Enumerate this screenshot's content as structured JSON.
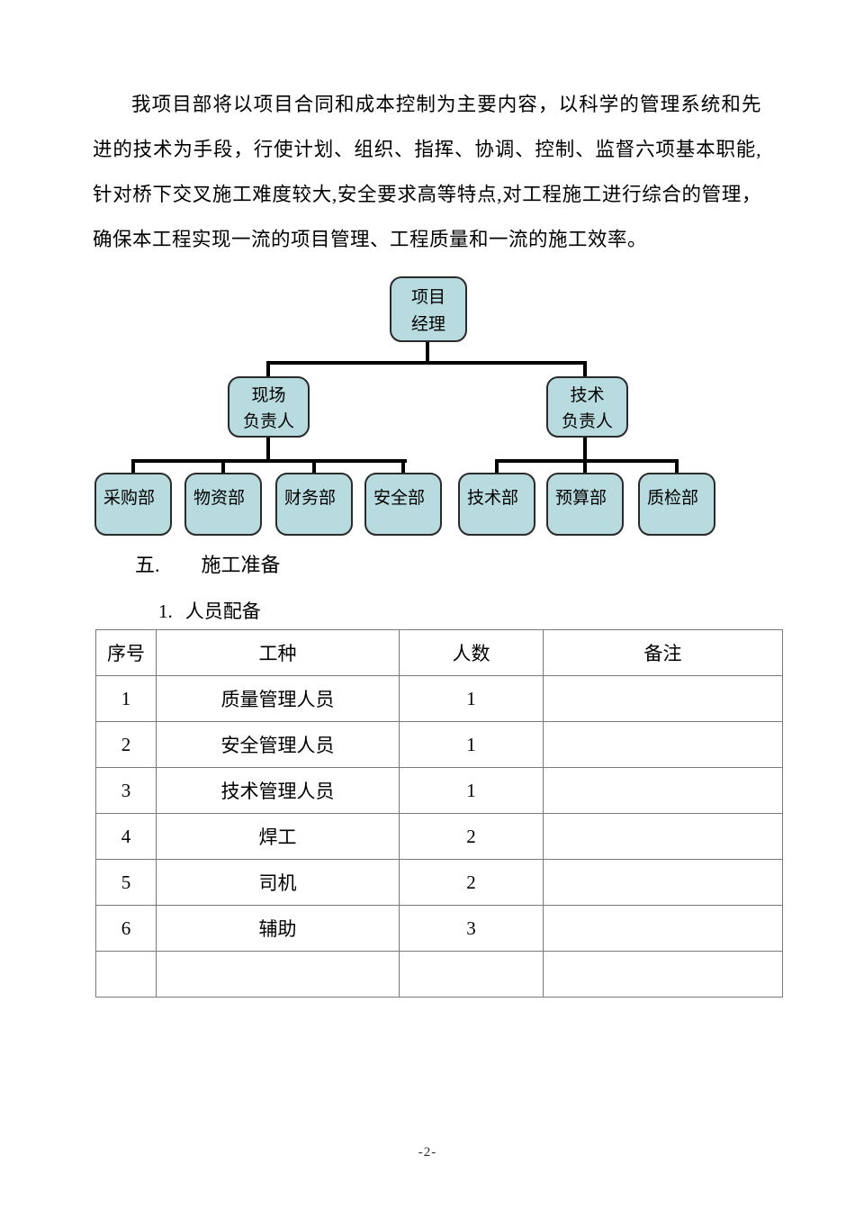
{
  "paragraph": {
    "text": "我项目部将以项目合同和成本控制为主要内容，以科学的管理系统和先进的技术为手段，行使计划、组织、指挥、协调、控制、监督六项基本职能,针对桥下交叉施工难度较大,安全要求高等特点,对工程施工进行综合的管理，确保本工程实现一流的项目管理、工程质量和一流的施工效率。"
  },
  "org_chart": {
    "box_fill": "#b7dbdf",
    "box_border": "#2a2a2a",
    "line_color": "#000000",
    "level1": {
      "line1": "项目",
      "line2": "经理"
    },
    "level2": [
      {
        "line1": "现场",
        "line2": "负责人"
      },
      {
        "line1": "技术",
        "line2": "负责人"
      }
    ],
    "level3": [
      "采购部",
      "物资部",
      "财务部",
      "安全部",
      "技术部",
      "预算部",
      "质检部"
    ]
  },
  "section": {
    "number": "五.",
    "title": "施工准备"
  },
  "subsection": {
    "number": "1.",
    "title": "人员配备"
  },
  "table": {
    "border_color": "#7a7a7a",
    "headers": [
      "序号",
      "工种",
      "人数",
      "备注"
    ],
    "rows": [
      [
        "1",
        "质量管理人员",
        "1",
        ""
      ],
      [
        "2",
        "安全管理人员",
        "1",
        ""
      ],
      [
        "3",
        "技术管理人员",
        "1",
        ""
      ],
      [
        "4",
        "焊工",
        "2",
        ""
      ],
      [
        "5",
        "司机",
        "2",
        ""
      ],
      [
        "6",
        "辅助",
        "3",
        ""
      ],
      [
        "",
        "",
        "",
        ""
      ]
    ]
  },
  "footer": {
    "page_number": "-2-"
  }
}
